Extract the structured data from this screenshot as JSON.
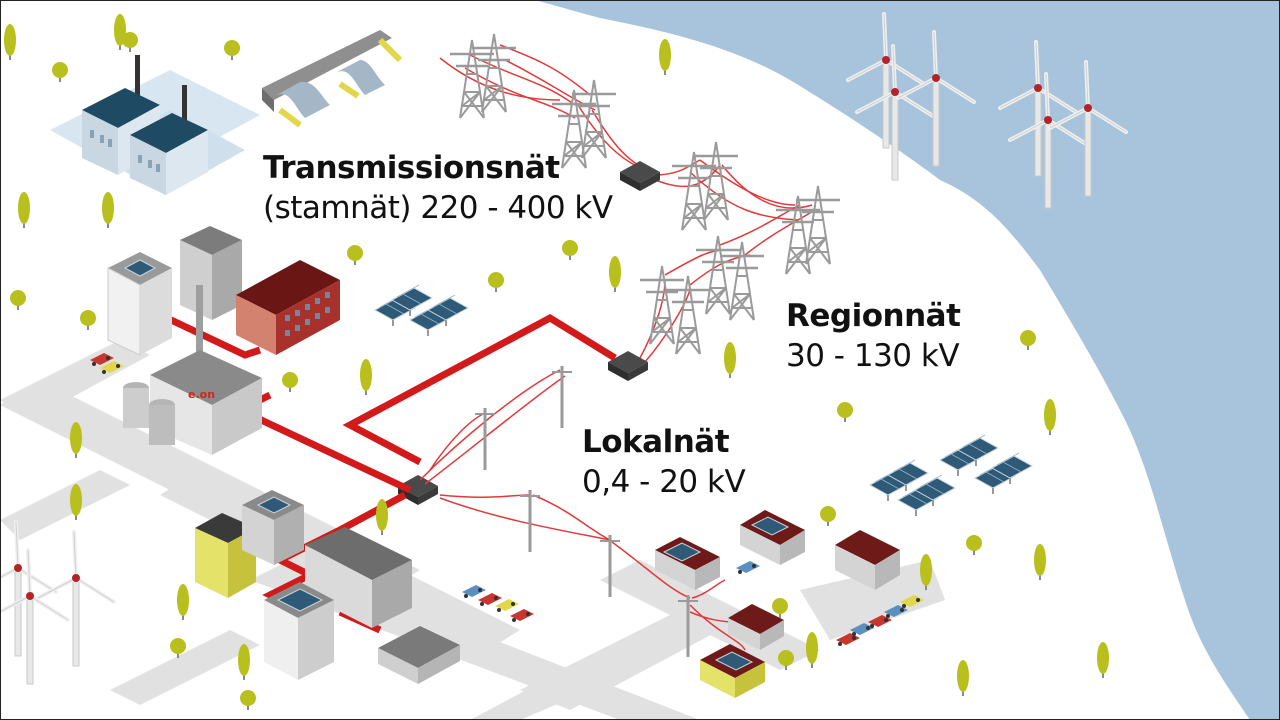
{
  "labels": {
    "transmission": {
      "title": "Transmissionsnät",
      "value": "(stamnät) 220 - 400 kV"
    },
    "regional": {
      "title": "Regionnät",
      "value": "30 - 130 kV"
    },
    "local": {
      "title": "Lokalnät",
      "value": "0,4 - 20 kV"
    }
  },
  "logo": {
    "text": "e.on"
  },
  "colors": {
    "sea": "#a7c4dc",
    "ground": "#ffffff",
    "road": "#dedede",
    "cable": "#d21a1a",
    "wire": "#e23a3a",
    "tree_green": "#b9c01e",
    "tree_trunk": "#8a8a8a",
    "solar": "#2e5a78",
    "house_red_roof": "#8e1a1a",
    "house_yellow": "#e5e26a",
    "brick": "#a8322b"
  },
  "icons": [
    "wind-turbine-icon",
    "power-pylon-icon",
    "substation-icon",
    "solar-panel-icon",
    "house-icon",
    "factory-icon",
    "car-icon",
    "ev-charger-icon",
    "dam-icon",
    "tree-icon"
  ]
}
